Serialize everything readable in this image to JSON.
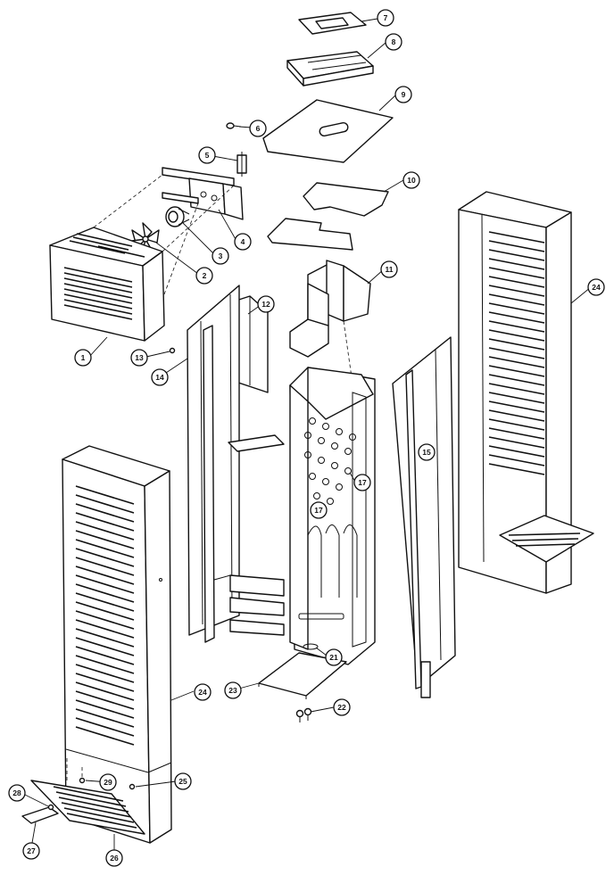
{
  "callouts": [
    {
      "id": "c1",
      "label": "1"
    },
    {
      "id": "c2",
      "label": "2"
    },
    {
      "id": "c3",
      "label": "3"
    },
    {
      "id": "c4",
      "label": "4"
    },
    {
      "id": "c5",
      "label": "5"
    },
    {
      "id": "c6",
      "label": "6"
    },
    {
      "id": "c7",
      "label": "7"
    },
    {
      "id": "c8",
      "label": "8"
    },
    {
      "id": "c9",
      "label": "9"
    },
    {
      "id": "c10",
      "label": "10"
    },
    {
      "id": "c11",
      "label": "11"
    },
    {
      "id": "c12",
      "label": "12"
    },
    {
      "id": "c13",
      "label": "13"
    },
    {
      "id": "c14",
      "label": "14"
    },
    {
      "id": "c15",
      "label": "15"
    },
    {
      "id": "c17a",
      "label": "17"
    },
    {
      "id": "c17b",
      "label": "17"
    },
    {
      "id": "c21",
      "label": "21"
    },
    {
      "id": "c22",
      "label": "22"
    },
    {
      "id": "c23",
      "label": "23"
    },
    {
      "id": "c24a",
      "label": "24"
    },
    {
      "id": "c24b",
      "label": "24"
    },
    {
      "id": "c25",
      "label": "25"
    },
    {
      "id": "c26",
      "label": "26"
    },
    {
      "id": "c27",
      "label": "27"
    },
    {
      "id": "c28",
      "label": "28"
    },
    {
      "id": "c29",
      "label": "29"
    }
  ]
}
